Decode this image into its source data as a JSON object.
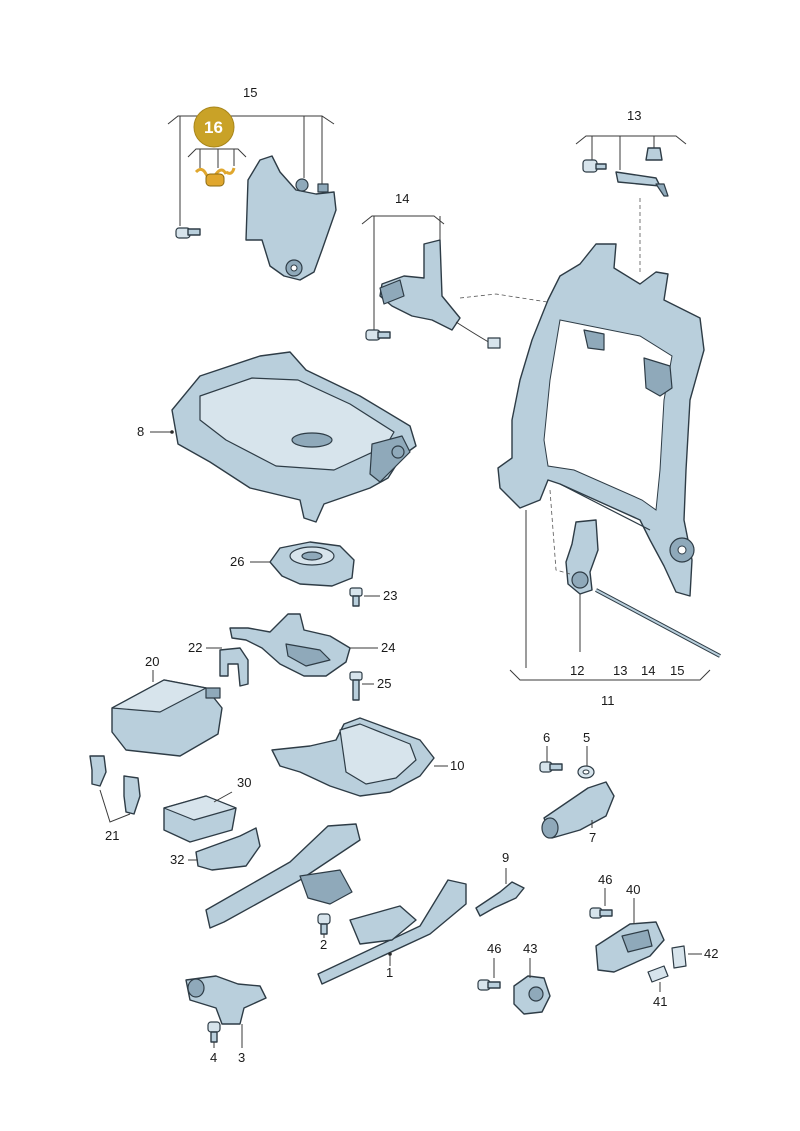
{
  "highlight": {
    "label": "16",
    "color": "#c9a227"
  },
  "colors": {
    "part_fill": "#b9cfdc",
    "part_stroke": "#2e3c46",
    "highlight_part": "#e0a72e"
  },
  "labels": {
    "l1": "1",
    "l2": "2",
    "l3": "3",
    "l4": "4",
    "l5": "5",
    "l6": "6",
    "l7": "7",
    "l8": "8",
    "l9": "9",
    "l10": "10",
    "l11": "11",
    "l12": "12",
    "l13a": "13",
    "l14a": "14",
    "l15a": "15",
    "l13b": "13",
    "l14b": "14",
    "l15b": "15",
    "l20": "20",
    "l21": "21",
    "l22": "22",
    "l23": "23",
    "l24": "24",
    "l25": "25",
    "l26": "26",
    "l30": "30",
    "l32": "32",
    "l40": "40",
    "l41": "41",
    "l42": "42",
    "l43": "43",
    "l46a": "46",
    "l46b": "46"
  }
}
